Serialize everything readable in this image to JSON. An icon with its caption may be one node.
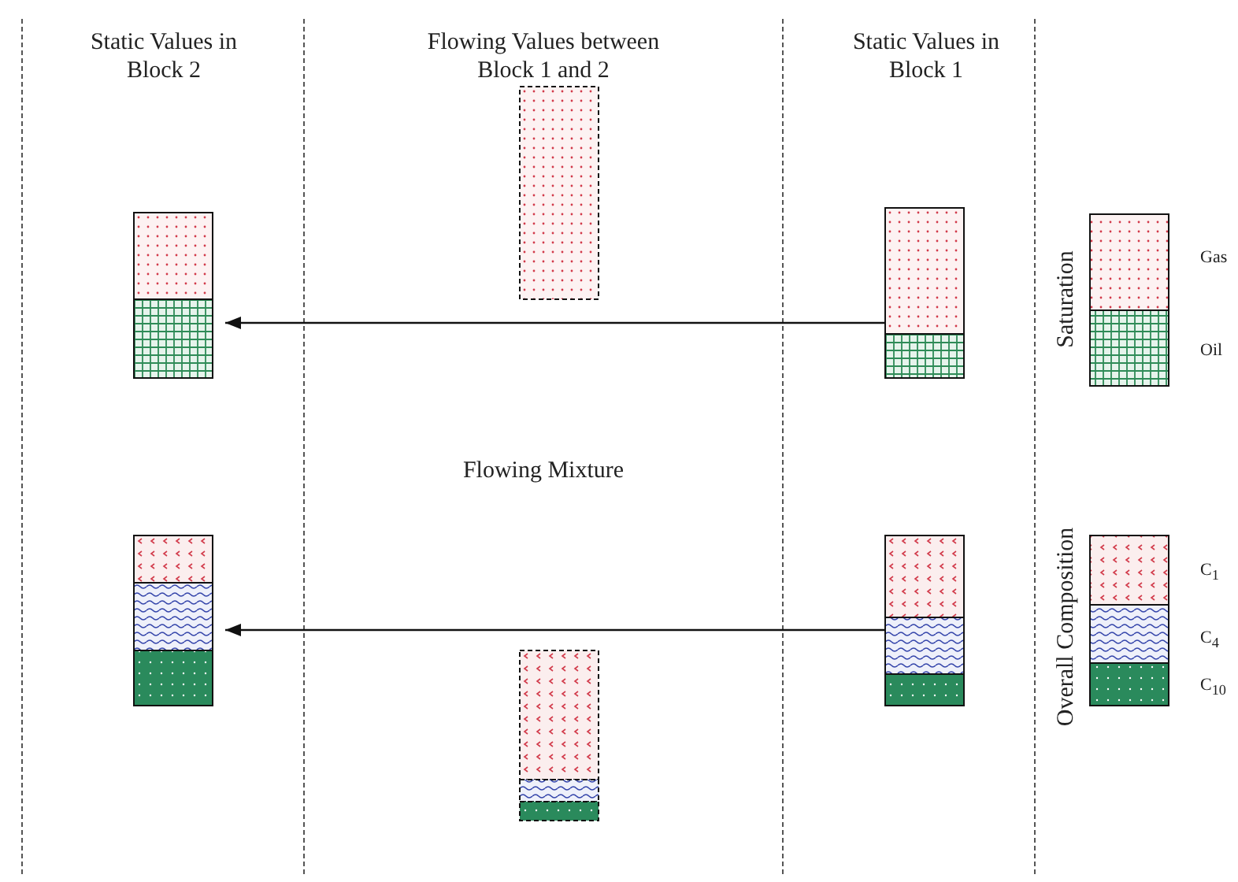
{
  "diagram": {
    "nodes": [
      {
        "text": [],
        "shape": "bar"
      },
      {
        "text": [],
        "shape": "bar"
      },
      {
        "text": [],
        "shape": "bar"
      },
      {
        "text": [],
        "shape": "bar"
      },
      {
        "text": [],
        "shape": "bar"
      },
      {
        "text": [],
        "shape": "bar"
      }
    ],
    "edges": [
      {
        "from": 2,
        "to": 1,
        "arrow": "to"
      },
      {
        "from": 4,
        "to": 3,
        "arrow": "to"
      }
    ],
    "labels": [
      "Static Values in Block 2",
      "Flowing Values between Block 1 and 2",
      "Static Values in Block 1",
      "Flowing Mixture",
      "Saturation",
      "Overall Composition"
    ],
    "legend": [
      {
        "text": "Gas"
      },
      {
        "text": "Oil"
      },
      {
        "text": "C$_{1}$"
      },
      {
        "text": "C$_{4}$"
      },
      {
        "text": "C$_{10}$"
      }
    ]
  }
}
